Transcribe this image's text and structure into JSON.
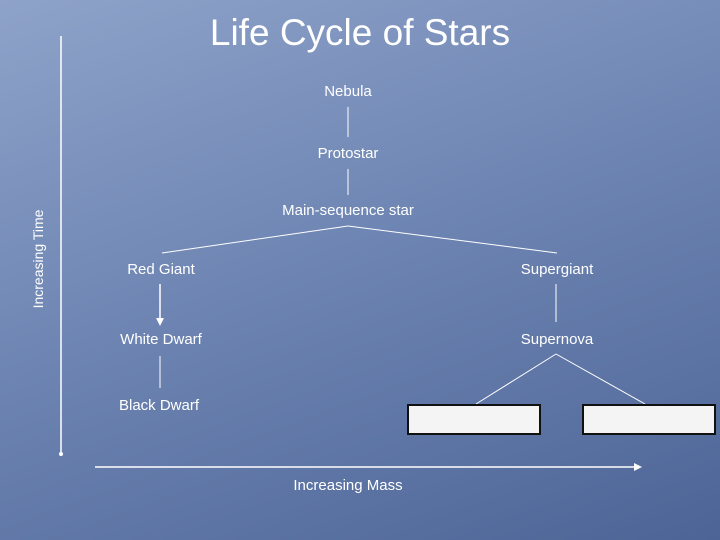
{
  "title": "Life Cycle of Stars",
  "nodes": {
    "nebula": "Nebula",
    "protostar": "Protostar",
    "main_sequence": "Main-sequence star",
    "red_giant": "Red Giant",
    "supergiant": "Supergiant",
    "white_dwarf": "White Dwarf",
    "supernova": "Supernova",
    "black_dwarf": "Black Dwarf"
  },
  "axes": {
    "vertical_label": "Increasing Time",
    "horizontal_label": "Increasing Mass"
  },
  "blank_boxes": [
    "",
    ""
  ],
  "colors": {
    "background_top": "#8ea3c9",
    "background_bottom": "#4d6596",
    "text": "#ffffff",
    "box_fill": "#f4f4f4",
    "box_border": "#111111"
  }
}
